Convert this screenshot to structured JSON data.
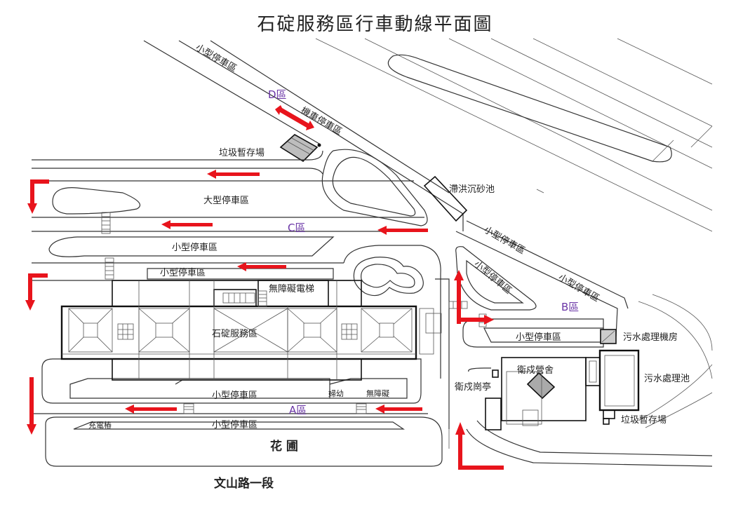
{
  "title": "石碇服務區行車動線平面圖",
  "labels": {
    "small_parking_top": "小型停車區",
    "motorcycle_parking": "機車停車區",
    "zone_d": "D區",
    "garbage_storage_top": "垃圾暫存場",
    "large_parking": "大型停車區",
    "zone_c": "C區",
    "flood_sedimentation": "滯洪沉砂池",
    "small_parking_c1": "小型停車區",
    "small_parking_c2": "小型停車區",
    "accessible_elevator": "無障礙電梯",
    "service_area": "石碇服務區",
    "small_parking_b1": "小型停車區",
    "small_parking_b2": "小型停車區",
    "zone_b": "B區",
    "small_parking_b3": "小型停車區",
    "sewage_machine_room": "污水處理機房",
    "guard_barracks": "衛戍營舍",
    "sewage_pool": "污水處理池",
    "guard_post": "衛戍崗亭",
    "garbage_storage_bottom": "垃圾暫存場",
    "small_parking_a1": "小型停車區",
    "women_children": "婦幼",
    "accessible": "無障礙",
    "zone_a": "A區",
    "charging_post": "充電樁",
    "small_parking_a2": "小型停車區",
    "garden": "花  圃",
    "road_name": "文山路一段"
  },
  "colors": {
    "arrow": "#e8141c",
    "zone_label": "#6a35a6",
    "line": "#111111"
  }
}
